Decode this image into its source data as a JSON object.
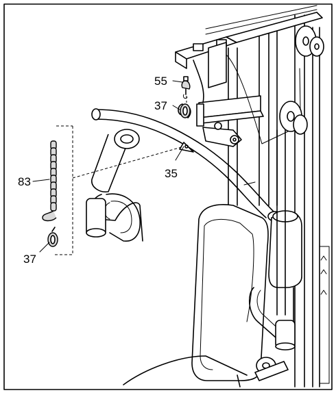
{
  "figure": {
    "callouts": [
      {
        "id": "c55",
        "text": "55"
      },
      {
        "id": "c37a",
        "text": "37"
      },
      {
        "id": "c35",
        "text": "35"
      },
      {
        "id": "c83",
        "text": "83"
      },
      {
        "id": "c37b",
        "text": "37"
      }
    ],
    "line_color": "#000000",
    "background": "#ffffff"
  }
}
